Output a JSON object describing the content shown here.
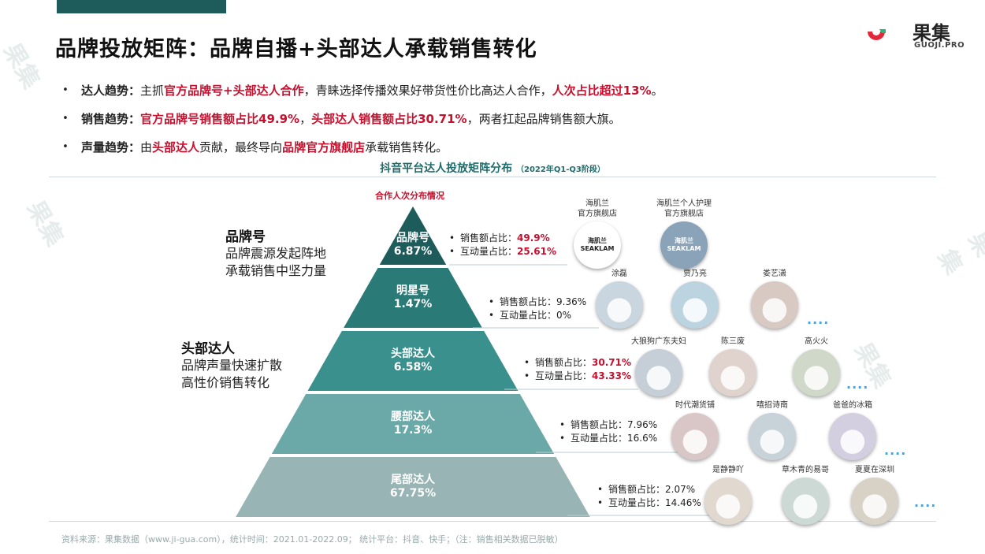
{
  "title": "品牌投放矩阵：品牌自播+头部达人承载销售转化",
  "logo": {
    "name": "果集",
    "sub": "GUOJI.PRO"
  },
  "bullets": [
    {
      "label": "达人趋势：",
      "parts": [
        {
          "t": "主抓"
        },
        {
          "t": "官方品牌号+头部达人合作",
          "hl": true
        },
        {
          "t": "，青睐选择传播效果好带货性价比高达人合作，"
        },
        {
          "t": "人次占比超过13%",
          "hl": true
        },
        {
          "t": "。"
        }
      ]
    },
    {
      "label": "销售趋势：",
      "parts": [
        {
          "t": "官方品牌号销售额占比49.9%",
          "hl": true
        },
        {
          "t": "，"
        },
        {
          "t": "头部达人销售额占比30.71%",
          "hl": true
        },
        {
          "t": "，两者扛起品牌销售额大旗。"
        }
      ]
    },
    {
      "label": "声量趋势：",
      "parts": [
        {
          "t": "由"
        },
        {
          "t": "头部达人",
          "hl": true
        },
        {
          "t": "贡献，最终导向"
        },
        {
          "t": "品牌官方旗舰店",
          "hl": true
        },
        {
          "t": "承载销售转化。"
        }
      ]
    }
  ],
  "chart_title": "抖音平台达人投放矩阵分布",
  "chart_period": "（2022年Q1-Q3阶段）",
  "pyramid_subtitle": "合作人次分布情况",
  "chart_data": {
    "type": "pyramid",
    "levels": [
      {
        "name": "品牌号",
        "share": "6.87%",
        "sales_label": "销售额占比：",
        "sales": "49.9%",
        "inter_label": "互动量占比：",
        "inter": "25.61%",
        "highlight": true
      },
      {
        "name": "明星号",
        "share": "1.47%",
        "sales_label": "销售额占比：",
        "sales": "9.36%",
        "inter_label": "互动量占比：",
        "inter": "0%",
        "highlight": false
      },
      {
        "name": "头部达人",
        "share": "6.58%",
        "sales_label": "销售额占比：",
        "sales": "30.71%",
        "inter_label": "互动量占比：",
        "inter": "43.33%",
        "highlight": true
      },
      {
        "name": "腰部达人",
        "share": "17.3%",
        "sales_label": "销售额占比：",
        "sales": "7.96%",
        "inter_label": "互动量占比：",
        "inter": "16.6%",
        "highlight": false
      },
      {
        "name": "尾部达人",
        "share": "67.75%",
        "sales_label": "销售额占比：",
        "sales": "2.07%",
        "inter_label": "互动量占比：",
        "inter": "14.46%",
        "highlight": false
      }
    ],
    "colors": [
      "#1e5c5c",
      "#2a7a78",
      "#3a908c",
      "#6aa9a8",
      "#98b4b4"
    ]
  },
  "side": {
    "brand": {
      "heading": "品牌号",
      "lines": [
        "品牌震源发起阵地",
        "承载销售中坚力量"
      ]
    },
    "head": {
      "heading": "头部达人",
      "lines": [
        "品牌声量快速扩散",
        "高性价销售转化"
      ]
    }
  },
  "accounts": {
    "brand": [
      {
        "name": "海肌兰\n官方旗舰店",
        "logo": "海肌兰\nSEAKLAM"
      },
      {
        "name": "海肌兰个人护理\n官方旗舰店",
        "logo": "海肌兰\nSEAKLAM"
      }
    ],
    "star": [
      "涂磊",
      "贾乃亮",
      "娄艺潇"
    ],
    "head": [
      "大狼狗广东夫妇",
      "陈三废",
      "高火火"
    ],
    "waist": [
      "时代潮货铺",
      "嘻招诗南",
      "爸爸的冰箱"
    ],
    "tail": [
      "是静静吖",
      "草木青的易哥",
      "夏夏在深圳"
    ]
  },
  "more": "....",
  "footer": "资料来源：果集数据（www.ji-gua.com），统计时间：2021.01-2022.09；      统计平台：抖音、快手；（注：销售相关数据已脱敏）",
  "watermark": "果集"
}
